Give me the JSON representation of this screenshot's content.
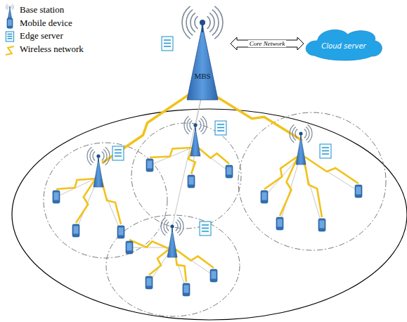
{
  "diagram": {
    "nodes": [
      {
        "text": [
          "MBS"
        ]
      },
      {
        "text": [
          "Cloud server"
        ]
      }
    ],
    "edges": [
      {
        "from": 0,
        "to": 1,
        "label": "Core Network",
        "arrow": "both"
      }
    ],
    "legend": [
      {
        "text": "Base station"
      },
      {
        "text": "Mobile device"
      },
      {
        "text": "Edge server"
      },
      {
        "text": "Wireless network"
      }
    ]
  }
}
